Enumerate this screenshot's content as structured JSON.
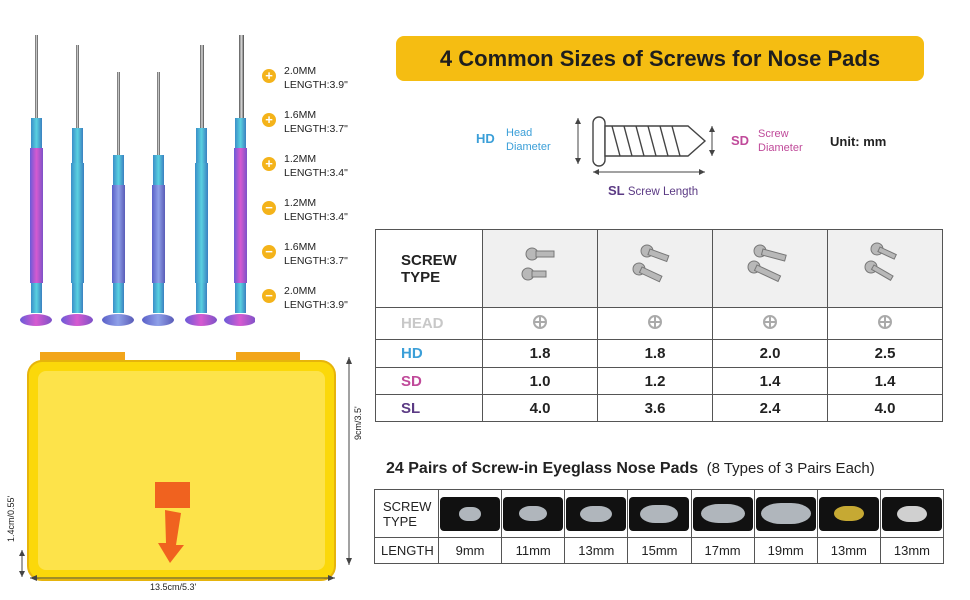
{
  "header": {
    "title": "4 Common Sizes of Screws for Nose Pads"
  },
  "screwdrivers": [
    {
      "sign": "+",
      "size": "2.0MM",
      "length": "LENGTH:3.9\""
    },
    {
      "sign": "+",
      "size": "1.6MM",
      "length": "LENGTH:3.7\""
    },
    {
      "sign": "+",
      "size": "1.2MM",
      "length": "LENGTH:3.4\""
    },
    {
      "sign": "−",
      "size": "1.2MM",
      "length": "LENGTH:3.4\""
    },
    {
      "sign": "−",
      "size": "1.6MM",
      "length": "LENGTH:3.7\""
    },
    {
      "sign": "−",
      "size": "2.0MM",
      "length": "LENGTH:3.9\""
    }
  ],
  "diagram": {
    "hd_abbr": "HD",
    "hd_line1": "Head",
    "hd_line2": "Diameter",
    "sd_abbr": "SD",
    "sd_line1": "Screw",
    "sd_line2": "Diameter",
    "sl_abbr": "SL",
    "sl_text": "Screw Length",
    "unit": "Unit: mm"
  },
  "screw_table": {
    "type_label_1": "SCREW",
    "type_label_2": "TYPE",
    "head_label": "HEAD",
    "hd_label": "HD",
    "sd_label": "SD",
    "sl_label": "SL",
    "hd": [
      "1.8",
      "1.8",
      "2.0",
      "2.5"
    ],
    "sd": [
      "1.0",
      "1.2",
      "1.4",
      "1.4"
    ],
    "sl": [
      "4.0",
      "3.6",
      "2.4",
      "4.0"
    ]
  },
  "pads": {
    "title": "24 Pairs of Screw-in Eyeglass Nose Pads",
    "subtitle": "(8 Types of 3 Pairs Each)",
    "type_label_1": "SCREW",
    "type_label_2": "TYPE",
    "length_label": "LENGTH",
    "lengths": [
      "9mm",
      "11mm",
      "13mm",
      "15mm",
      "17mm",
      "19mm",
      "13mm",
      "13mm"
    ]
  },
  "box": {
    "width_label": "13.5cm/5.3'",
    "height_label": "9cm/3.5'",
    "depth_label": "1.4cm/0.55'"
  },
  "colors": {
    "accent": "#f5bd12",
    "hd": "#3b9fd8",
    "sd": "#c04a9a",
    "sl": "#5b3a84",
    "box": "#fbd80a"
  }
}
